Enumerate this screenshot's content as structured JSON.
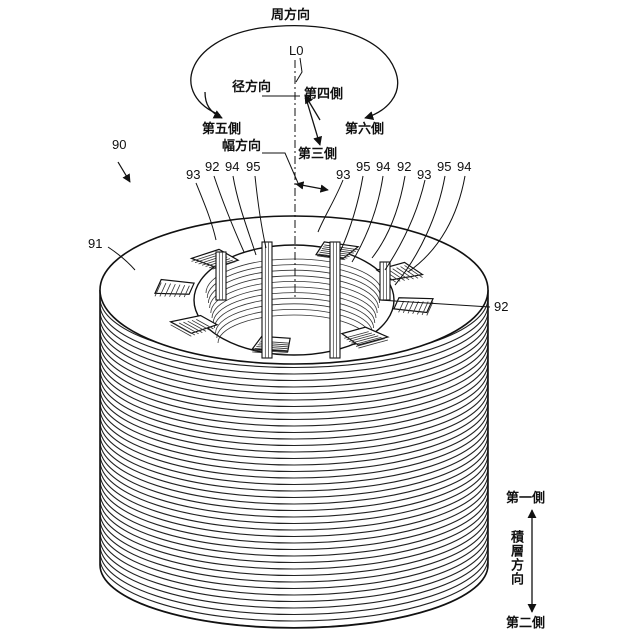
{
  "labels": {
    "circumferential": "周方向",
    "axis": "L0",
    "radial": "径方向",
    "fourth_side": "第四側",
    "fifth_side": "第五側",
    "sixth_side": "第六側",
    "width_dir": "幅方向",
    "third_side": "第三側",
    "first_side": "第一側",
    "stacking_dir": "積層方向",
    "second_side": "第二側"
  },
  "refs": {
    "r90": "90",
    "r91": "91",
    "r93a": "93",
    "r92a": "92",
    "r94a": "94",
    "r95a": "95",
    "r93b": "93",
    "r95b": "95",
    "r94b": "94",
    "r92b": "92",
    "r93c": "93",
    "r95c": "95",
    "r94c": "94",
    "r92c": "92"
  }
}
